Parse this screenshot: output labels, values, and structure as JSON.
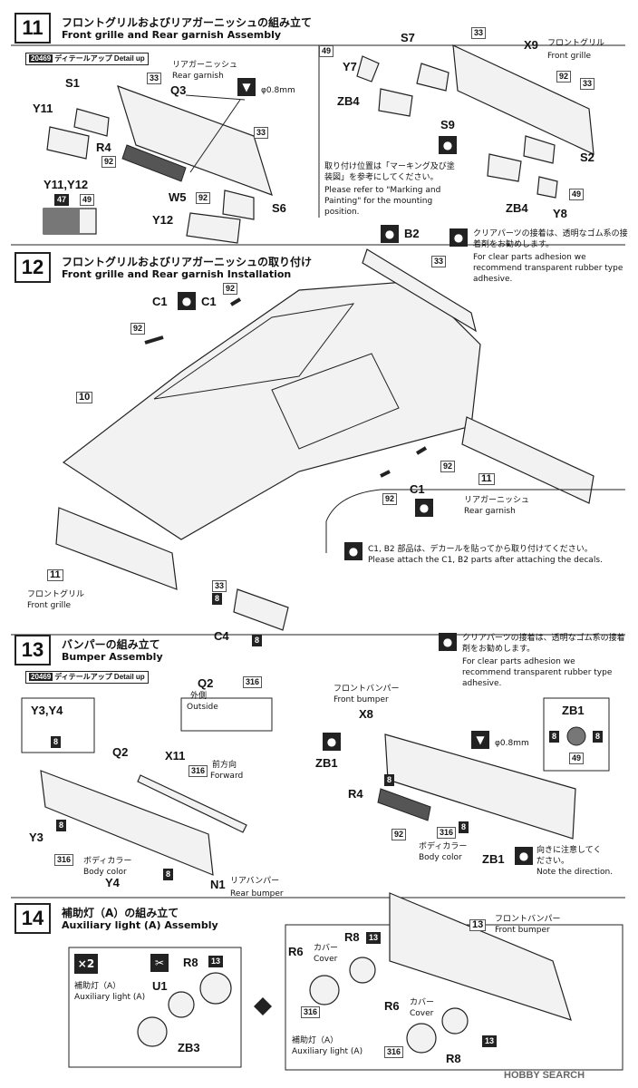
{
  "steps": {
    "s11": {
      "number": "11",
      "title_jp": "フロントグリルおよびリアガーニッシュの組み立て",
      "title_en": "Front grille and Rear garnish Assembly"
    },
    "s12": {
      "number": "12",
      "title_jp": "フロントグリルおよびリアガーニッシュの取り付け",
      "title_en": "Front grille and Rear garnish Installation"
    },
    "s13": {
      "number": "13",
      "title_jp": "バンパーの組み立て",
      "title_en": "Bumper Assembly"
    },
    "s14": {
      "number": "14",
      "title_jp": "補助灯（A）の組み立て",
      "title_en": "Auxiliary light (A) Assembly"
    }
  },
  "detail_badge": {
    "num": "20469",
    "text": "ディテールアップ Detail up"
  },
  "s11": {
    "rear_garnish_jp": "リアガーニッシュ",
    "rear_garnish_en": "Rear garnish",
    "front_grille_jp": "フロントグリル",
    "front_grille_en": "Front grille",
    "drill": "φ0.8mm",
    "note_jp": "取り付け位置は「マーキング及び塗装図」を参考にしてください。",
    "note_en": "Please refer to \"Marking and Painting\" for the mounting position.",
    "labels": [
      "S1",
      "Y11",
      "Q3",
      "R4",
      "W5",
      "Y12",
      "S6",
      "Y7",
      "S7",
      "ZB4",
      "X9",
      "S9",
      "S2",
      "ZB4",
      "Y8",
      "Y11,Y12"
    ],
    "colors": [
      "33",
      "92",
      "92",
      "33",
      "49",
      "33",
      "92",
      "33",
      "49",
      "47",
      "49"
    ]
  },
  "s12": {
    "b2": "B2",
    "c1": "C1",
    "c4": "C4",
    "clear_jp": "クリアパーツの接着は、透明なゴム系の接着剤をお勧めします。",
    "clear_en": "For clear parts adhesion we recommend transparent rubber type adhesive.",
    "decal_jp": "C1, B2 部品は、デカールを貼ってから取り付けてください。",
    "decal_en": "Please attach the C1, B2 parts after attaching the decals.",
    "rear_garnish_jp": "リアガーニッシュ",
    "rear_garnish_en": "Rear garnish",
    "front_grille_jp": "フロントグリル",
    "front_grille_en": "Front grille",
    "ref10": "10",
    "ref11a": "11",
    "ref11b": "11",
    "colors": [
      "33",
      "92",
      "92",
      "92",
      "92",
      "33",
      "8",
      "8"
    ]
  },
  "s13": {
    "y3y4": "Y3,Y4",
    "q2": "Q2",
    "outside_jp": "外側",
    "outside_en": "Outside",
    "x11": "X11",
    "forward_jp": "前方向",
    "forward_en": "Forward",
    "y3": "Y3",
    "y4": "Y4",
    "n1": "N1",
    "body_jp": "ボディカラー",
    "body_en": "Body color",
    "rear_bumper_jp": "リアバンパー",
    "rear_bumper_en": "Rear bumper",
    "front_bumper_jp": "フロントバンパー",
    "front_bumper_en": "Front bumper",
    "x8": "X8",
    "zb1": "ZB1",
    "r4": "R4",
    "drill": "φ0.8mm",
    "direction_jp": "向きに注意してください。",
    "direction_en": "Note the direction.",
    "clear_jp": "クリアパーツの接着は、透明なゴム系の接着剤をお勧めします。",
    "clear_en": "For clear parts adhesion we recommend transparent rubber type adhesive.",
    "colors": [
      "316",
      "8",
      "316",
      "8",
      "8",
      "316",
      "8",
      "8",
      "92",
      "316",
      "8",
      "8",
      "49"
    ]
  },
  "s14": {
    "x2": "×2",
    "r8": "R8",
    "u1": "U1",
    "zb3": "ZB3",
    "r6": "R6",
    "cover_jp": "カバー",
    "cover_en": "Cover",
    "aux_jp": "補助灯（A）",
    "aux_en": "Auxiliary light (A)",
    "front_bumper_jp": "フロントバンパー",
    "front_bumper_en": "Front bumper",
    "ref13": "13",
    "c13": "13",
    "c316": "316"
  },
  "watermark": "HOBBY SEARCH"
}
